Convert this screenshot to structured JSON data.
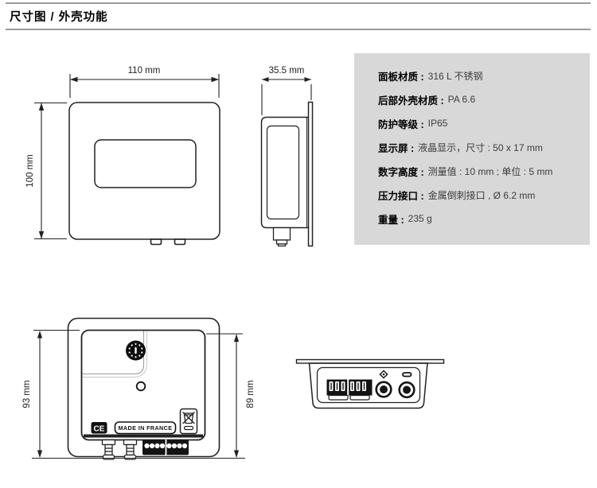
{
  "header": {
    "title": "尺寸图 / 外壳功能"
  },
  "dimensions": {
    "front_width": "110 mm",
    "front_height": "100 mm",
    "side_depth": "35.5 mm",
    "back_height_total": "93 mm",
    "back_height_housing": "89 mm"
  },
  "back_view": {
    "ce_mark": "CE",
    "made_in_france": "MADE IN FRANCE"
  },
  "specs": {
    "items": [
      {
        "label": "面板材质 :",
        "value": "316 L 不锈钢"
      },
      {
        "label": "后部外壳材质 :",
        "value": "PA 6.6"
      },
      {
        "label": "防护等级 :",
        "value": "IP65"
      },
      {
        "label": "显示屏 :",
        "value": "液晶显示，尺寸 : 50 x 17 mm"
      },
      {
        "label": "数字高度 :",
        "value": "测量值 : 10 mm ; 单位 : 5 mm"
      },
      {
        "label": "压力接口 :",
        "value": "金属倒刺接口 , Ø 6.2 mm"
      },
      {
        "label": "重量 :",
        "value": "235 g"
      }
    ]
  },
  "colors": {
    "specs_box_bg": "#d8d8d8",
    "line_color": "#222222",
    "rule_color": "#9a9a9a"
  }
}
